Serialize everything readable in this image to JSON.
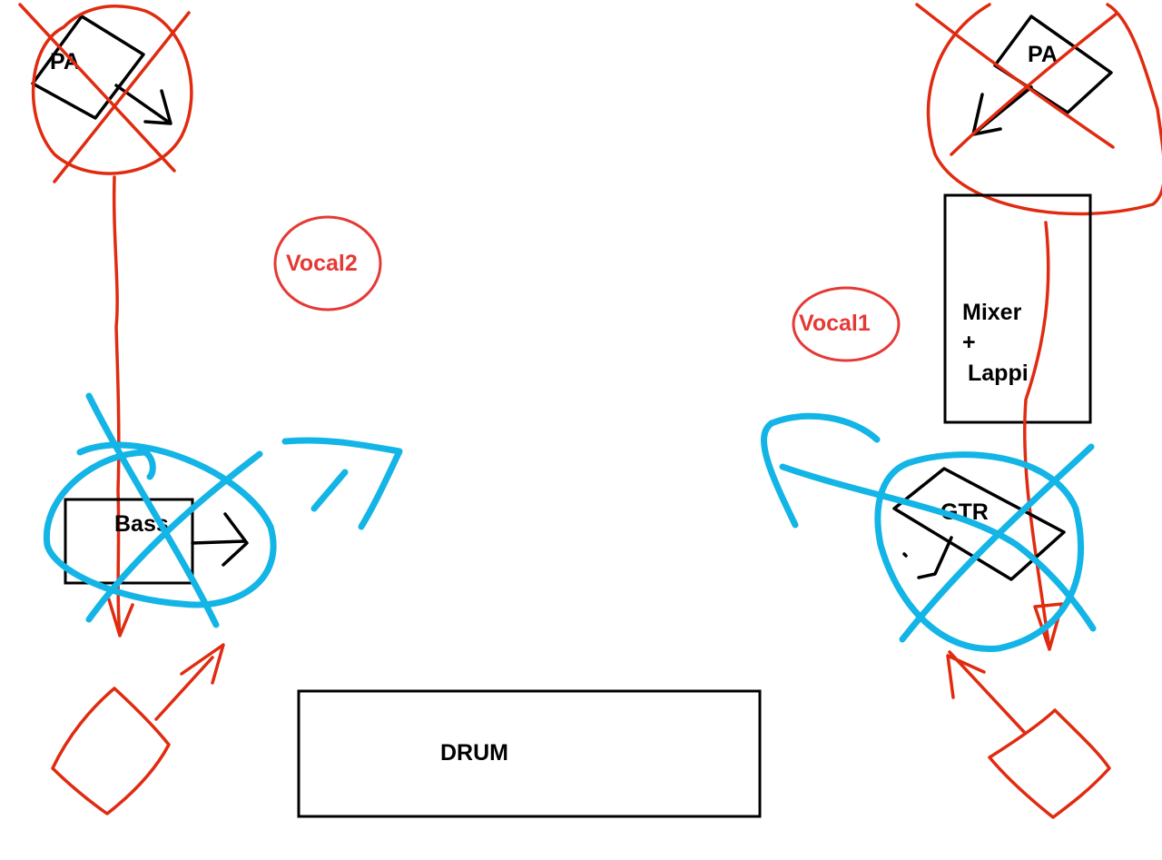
{
  "labels": {
    "pa_left": "PA",
    "pa_right": "PA",
    "vocal2": "Vocal2",
    "vocal1": "Vocal1",
    "mixer_line1": "Mixer",
    "mixer_line2": "+",
    "mixer_line3": "Lappi",
    "bass": "Bass",
    "gtr": "GTR",
    "drum": "DRUM"
  },
  "colors": {
    "annotation_red": "#e02b10",
    "annotation_blue": "#13b4e6",
    "outline_black": "#000000",
    "background": "#ffffff"
  }
}
